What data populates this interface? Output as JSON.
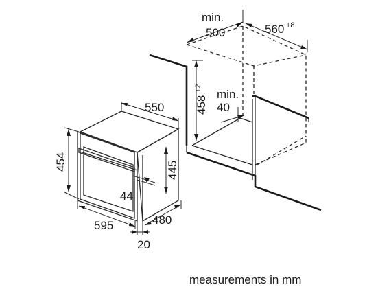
{
  "dimensions": {
    "cavity_depth_min_label": "min.",
    "cavity_depth_min_value": "500",
    "cavity_width_value": "560",
    "cavity_width_tolerance": "+8",
    "cavity_height_value": "458",
    "cavity_height_tolerance": "+2",
    "vent_gap_min_label": "min.",
    "vent_gap_min_value": "40",
    "oven_depth": "550",
    "oven_front_height": "454",
    "oven_body_height": "445",
    "handle_offset": "44",
    "oven_front_width": "595",
    "oven_body_width": "480",
    "front_panel_thickness": "20"
  },
  "caption": "measurements in mm"
}
